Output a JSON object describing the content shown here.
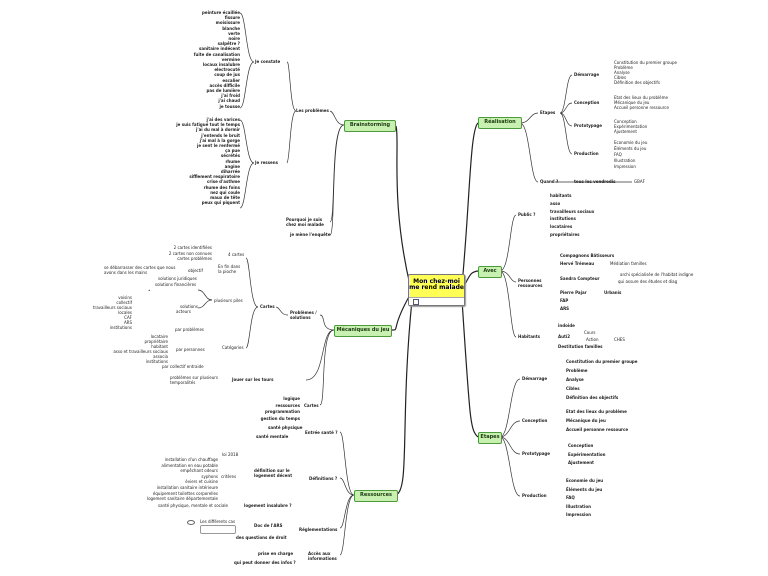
{
  "center": {
    "title": "Mon chez-moi me rend malade"
  },
  "brainstorming": {
    "label": "Brainstorming",
    "les_problemes": "Les problèmes",
    "je_constate": "Je constate",
    "constate_items": [
      "peinture écaillée",
      "fissure",
      "moisissure",
      "blanche",
      "verte",
      "noire",
      "salpêtre ?",
      "sanitaire indécent",
      "fuite de canalisation",
      "vermine",
      "locaux insalubre",
      "electrocuté",
      "coup de jus",
      "escalier",
      "accès difficile",
      "pas de lumière",
      "j'ai froid",
      "j'ai chaud",
      "je tousse"
    ],
    "je_ressens": "Je ressens",
    "ressens_items": [
      "j'ai des varices",
      "je suis fatigué tout le temps",
      "j'ai du mal à dormir",
      "j'entends le bruit",
      "j'ai mal à la gorge",
      "je sent le renfermé",
      "ça pue",
      "sécrétés",
      "rhume",
      "angine",
      "diharrée",
      "sifflement respiratoire",
      "crise d'asthme",
      "rhume des foins",
      "nez qui coule",
      "maux de tête",
      "peux qui piquent"
    ],
    "pourquoi": "Pourquoi je suis chez moi malade",
    "enquete": "je mène l'enquête"
  },
  "mecaniques": {
    "label": "Mécaniques du jeu",
    "problemes_solutions": "Problèmes / solutions",
    "cartes": "Cartes",
    "four_cartes": "4 cartes",
    "cartes_items": [
      "2 cartes identifiées",
      "2 cartes non connues",
      "cartes problèmes"
    ],
    "objectif": "objectif",
    "objectif_text": "se débarrasser des cartes que nous avons dans les mains",
    "en_fin": "En fin dans la pioche",
    "plusieurs": "plusieurs piles",
    "solutions_juridiques": "solutions juridiques",
    "solutions_financieres": "solutions financières",
    "solutions": "solutions",
    "acteurs": "acteurs",
    "acteurs_items": [
      "voisins",
      "collectif",
      "travailleurs sociaux",
      "locales",
      "CAF",
      "ARS",
      "institutions"
    ],
    "categories": "Catégories",
    "par_problemes": "par problèmes",
    "par_personnes": "par personnes",
    "personnes_items": [
      "locataire",
      "propriétaire",
      "habitant",
      "asso et travailleurs sociaux",
      "associa",
      "institutions"
    ],
    "par_collectif": "par collectif entraide",
    "jouer": "Jouer sur les tours",
    "problemes_temporalite": "problèmes sur plusieurs temporalités",
    "cartes2": "Cartes",
    "cartes2_items": [
      "logique",
      "ressources",
      "programmation",
      "gestion du temps"
    ]
  },
  "ressources": {
    "label": "Ressources",
    "entree": "Entrée santé ?",
    "entree_items": [
      "santé physique",
      "santé mentale"
    ],
    "definitions": "Définitions ?",
    "loi": "loi 2018",
    "def_sur": "définition sur le logement décent",
    "criteres": "critères",
    "criteres_items": [
      "installation d'un chauffage",
      "alimentation en eau potable",
      "empêchant odeurs",
      "syphons",
      "éviers et cuisine",
      "installation sanitaire intérieure",
      "équipement toilettes corporelles",
      "logement sanitaire départementale"
    ],
    "insalubre": "logement insalubre ?",
    "sante_all": "santé physique, mentale et sociale",
    "reglementations": "Réglementations",
    "doc_ars": "Doc de l'ARS",
    "differents": "Les différents cas",
    "questions": "des questions de droit",
    "acces": "Accès aux informations",
    "prise": "prise en charge",
    "qui_peut": "qui peut donner des infos ?"
  },
  "realisation": {
    "label": "Réalisation",
    "etapes": "Etapes",
    "demarrage": "Démarrage",
    "demarrage_items": [
      "Constitution du premier groupe",
      "Problème",
      "Analyse",
      "Cibles",
      "Définition des objectifs"
    ],
    "conception": "Conception",
    "conception_items": [
      "Etat des lieux du problème",
      "Mécanique du jeu",
      "Accueil personne ressource"
    ],
    "prototypage": "Prototypage",
    "prototypage_items": [
      "Conception",
      "Expérimentation",
      "Ajustement"
    ],
    "production": "Production",
    "production_items": [
      "Economie du jeu",
      "Éléments du jeu",
      "FAQ",
      "Illustration",
      "Impression"
    ],
    "quand": "Quand ?",
    "tous_les": "tous les vendredis",
    "gbaf": "GBAF"
  },
  "avec": {
    "label": "Avec",
    "public": "Public ?",
    "public_items": [
      "habitants",
      "asso",
      "travailleurs sociaux",
      "institutions",
      "locataires",
      "propriétaires"
    ],
    "personnes": "Personnes ressources",
    "compagnons": "Compagnons Bâtisseurs",
    "herve": "Hervé Trémeau",
    "herve_detail": "Médiation familles",
    "sandra": "Sandra Compteur",
    "sandra_detail1": "archi spécialisée de l'habitat indigne",
    "sandra_detail2": "qui assure des études et diag",
    "pierre": "Pierre Pajar",
    "pierre_detail": "Urbanis",
    "fap": "FAP",
    "ars": "ARS",
    "habitants": "Habitants",
    "indoide": "indoide",
    "auti": "Auti2",
    "cours": "Cours",
    "action": "Action",
    "ches": "CHES",
    "destitution": "Destitution familles"
  },
  "etapes": {
    "label": "Etapes",
    "demarrage": "Démarrage",
    "demarrage_items": [
      "Constitution du premier groupe",
      "Problème",
      "Analyse",
      "Cibles",
      "Définition des objectifs"
    ],
    "conception": "Conception",
    "conception_items": [
      "Etat des lieux du problème",
      "Mécanique du jeu",
      "Accueil personne ressource"
    ],
    "prototypage": "Prototypage",
    "prototypage_items": [
      "Conception",
      "Expérimentation",
      "Ajustement"
    ],
    "production": "Production",
    "production_items": [
      "Economie du jeu",
      "Éléments du jeu",
      "FAQ",
      "Illustration",
      "Impression"
    ]
  },
  "colors": {
    "branch": "#222222",
    "box_fill": "#c8f0b0",
    "box_border": "#4d9a3d",
    "center_fill": "#ffff55"
  }
}
